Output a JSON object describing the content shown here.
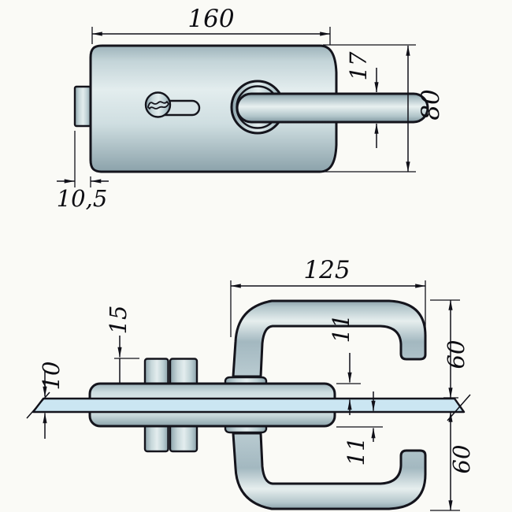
{
  "drawing": {
    "subject": "glass-door-lock-technical-drawing",
    "colors": {
      "background": "#fafaf6",
      "outline": "#14141c",
      "metal_light": "#e6eeee",
      "metal_dark": "#8ba2aa",
      "glass": "#cbe6f2"
    },
    "top_view": {
      "dims": {
        "body_width": "160",
        "handle_thickness": "17",
        "body_height": "80",
        "latch_protrusion": "10,5"
      }
    },
    "side_view": {
      "dims": {
        "handle_length": "125",
        "cylinder_protrusion": "15",
        "glass_thickness": "10",
        "gap_top": "11",
        "gap_bottom": "11",
        "handle_offset_top": "60",
        "handle_offset_bottom": "60"
      }
    }
  }
}
